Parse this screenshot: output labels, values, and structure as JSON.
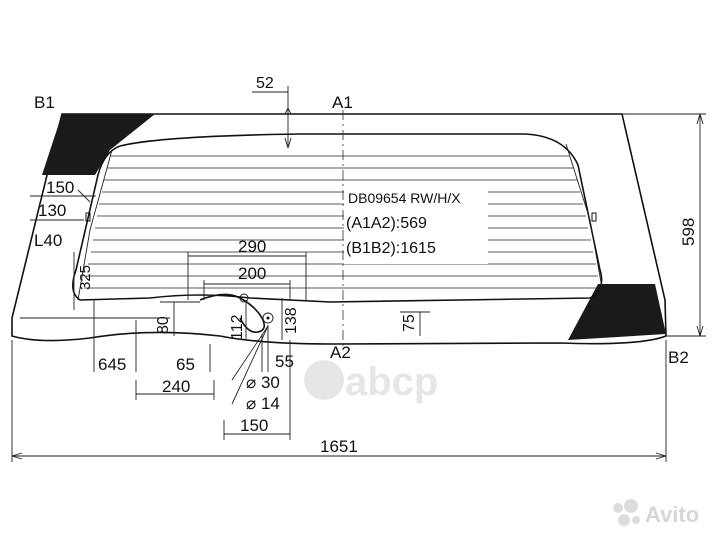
{
  "part_code": "DB09654 RW/H/X",
  "spec_a": "(A1A2):569",
  "spec_b": "(B1B2):1615",
  "corner_labels": {
    "a1": "A1",
    "a2": "A2",
    "b1": "B1",
    "b2": "B2"
  },
  "dimensions": {
    "top_offset": "52",
    "side_150": "150",
    "side_130": "130",
    "side_l40": "L40",
    "height_598": "598",
    "w_290": "290",
    "w_200": "200",
    "v_325": "325",
    "v_80": "80",
    "v_112": "112",
    "v_138": "138",
    "v_75": "75",
    "h_645": "645",
    "h_65": "65",
    "h_55": "55",
    "h_240": "240",
    "d_30": "⌀ 30",
    "d_14": "⌀ 14",
    "h_150b": "150",
    "total_1651": "1651"
  },
  "watermark": {
    "logo_text": "abcp",
    "brand_text": "Avito"
  },
  "colors": {
    "line": "#111111",
    "dark_fill": "#1a1a1a",
    "watermark": "#e3e3e3"
  }
}
